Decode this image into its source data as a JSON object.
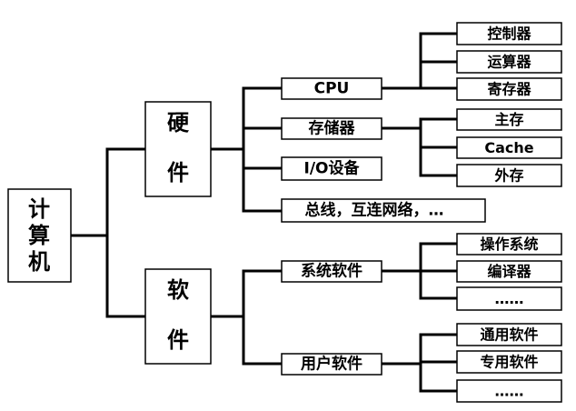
{
  "root": {
    "chars": [
      "计",
      "算",
      "机"
    ]
  },
  "hardware": {
    "chars": [
      "硬",
      "件"
    ],
    "cpu": {
      "label": "CPU",
      "children": [
        "控制器",
        "运算器",
        "寄存器"
      ]
    },
    "storage": {
      "label": "存储器",
      "children": [
        "主存",
        "Cache",
        "外存"
      ]
    },
    "io": {
      "label": "I/O设备"
    },
    "bus": {
      "label": "总线，互连网络，…"
    }
  },
  "software": {
    "chars": [
      "软",
      "件"
    ],
    "system": {
      "label": "系统软件",
      "children": [
        "操作系统",
        "编译器",
        "……"
      ]
    },
    "application": {
      "label": "用户软件",
      "children": [
        "通用软件",
        "专用软件",
        "……"
      ]
    }
  }
}
